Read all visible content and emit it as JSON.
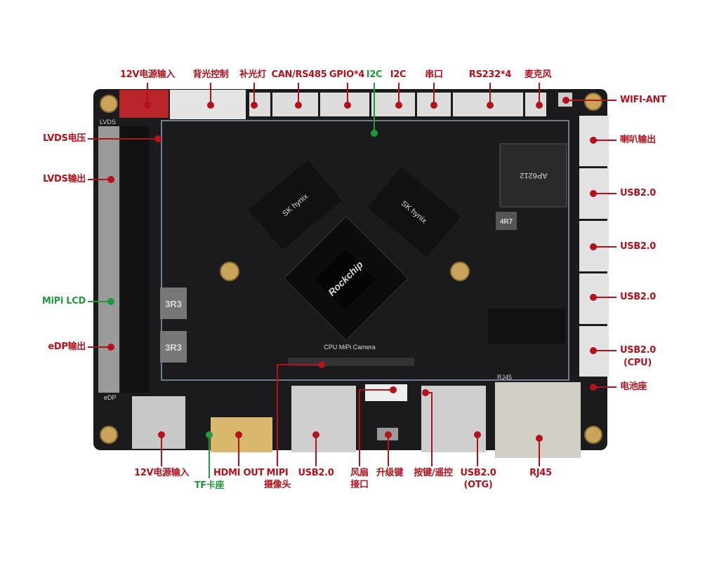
{
  "colors": {
    "callout_red": "#b3121b",
    "callout_green": "#1f9a3a",
    "board": "#1b1b1d"
  },
  "top_labels": [
    "12V电源输入",
    "背光控制",
    "补光灯",
    "CAN/RS485",
    "GPIO*4",
    "I2C",
    "I2C",
    "串口",
    "RS232*4",
    "麦克风"
  ],
  "right_labels": [
    "WIFI-ANT",
    "喇叭输出",
    "USB2.0",
    "USB2.0",
    "USB2.0",
    "USB2.0",
    "(CPU)",
    "电池座"
  ],
  "left_labels": [
    "LVDS电压",
    "LVDS输出",
    "MiPi LCD",
    "eDP输出"
  ],
  "bottom_labels": [
    "12V电源输入",
    "TF卡座",
    "HDMI OUT",
    "MIPI",
    "摄像头",
    "USB2.0",
    "风扇",
    "接口",
    "升级键",
    "按键/遥控",
    "USB2.0",
    "(OTG)",
    "RJ45"
  ],
  "board_markings": {
    "chip": "Rockchip",
    "ram1": "SK hynix",
    "ram2": "SK hynix",
    "wifi": "AP6212",
    "inductor1": "3R3",
    "inductor2": "3R3",
    "inductor3": "4R7",
    "silk_lvds": "LVDS",
    "silk_edp": "eDP",
    "silk_camera": "CPU MiPi Camera",
    "silk_rj45": "RJ45"
  }
}
